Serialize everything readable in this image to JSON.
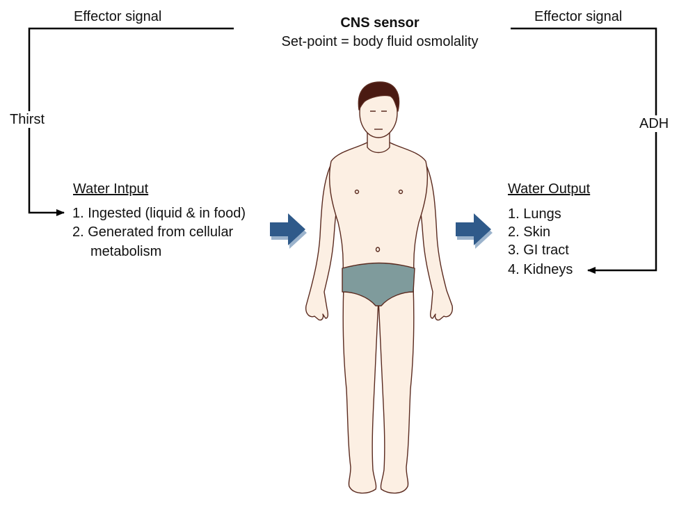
{
  "sensor": {
    "title": "CNS sensor",
    "subtitle": "Set-point = body fluid osmolality"
  },
  "left_loop": {
    "effector_label": "Effector signal",
    "mechanism_label": "Thirst"
  },
  "right_loop": {
    "effector_label": "Effector signal",
    "mechanism_label": "ADH"
  },
  "water_input": {
    "heading": "Water Intput",
    "items": [
      "1. Ingested (liquid & in food)",
      "2. Generated from cellular",
      "metabolism"
    ]
  },
  "water_output": {
    "heading": "Water Output",
    "items": [
      "1. Lungs",
      "2. Skin",
      "3. GI tract",
      "4. Kidneys"
    ]
  },
  "colors": {
    "line": "#000000",
    "flow_arrow": "#2f5a8a",
    "skin": "#fcefe3",
    "skin_outline": "#5a2a1f",
    "hair": "#4a1a12",
    "underwear": "#7f9b9c"
  },
  "icons": {
    "flow_arrow": "block-arrow-right",
    "figure": "human-body-front"
  }
}
